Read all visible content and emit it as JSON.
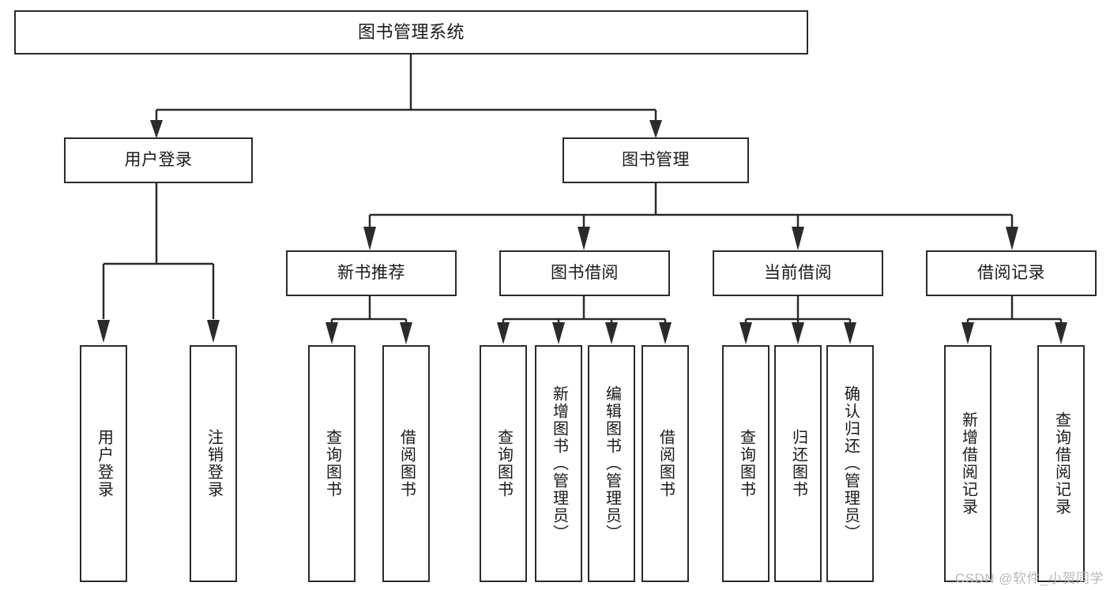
{
  "diagram": {
    "title": "图书管理系统",
    "type": "tree-hierarchy-diagram",
    "colors": {
      "stroke": "#2b2b2b",
      "background": "#ffffff",
      "text": "#1a1a1a",
      "watermark": "#b9b9b9"
    },
    "root": {
      "label": "图书管理系统"
    },
    "level1": [
      {
        "label": "用户登录"
      },
      {
        "label": "图书管理"
      }
    ],
    "level2": [
      {
        "label": "新书推荐"
      },
      {
        "label": "图书借阅"
      },
      {
        "label": "当前借阅"
      },
      {
        "label": "借阅记录"
      }
    ],
    "leaves": {
      "user_login": [
        {
          "label": "用户登录"
        },
        {
          "label": "注销登录"
        }
      ],
      "new_book_recommend": [
        {
          "label": "查询图书"
        },
        {
          "label": "借阅图书"
        }
      ],
      "book_borrow": [
        {
          "label": "查询图书"
        },
        {
          "label": "新增图书（管理员）"
        },
        {
          "label": "编辑图书（管理员）"
        },
        {
          "label": "借阅图书"
        }
      ],
      "current_borrow": [
        {
          "label": "查询图书"
        },
        {
          "label": "归还图书"
        },
        {
          "label": "确认归还（管理员）"
        }
      ],
      "borrow_record": [
        {
          "label": "新增借阅记录"
        },
        {
          "label": "查询借阅记录"
        }
      ]
    }
  },
  "watermark": {
    "text": "CSDN @软件_小贺同学"
  }
}
